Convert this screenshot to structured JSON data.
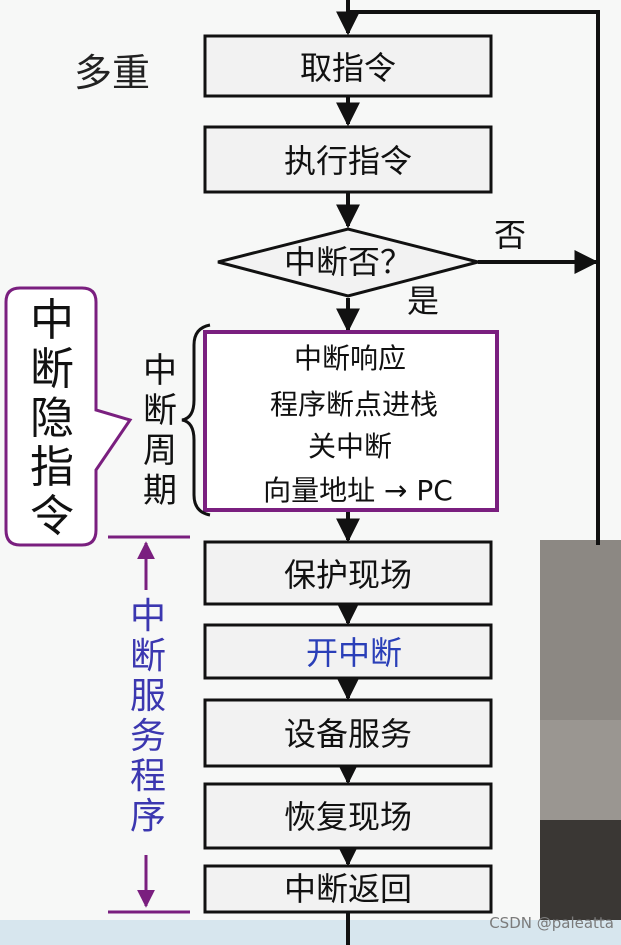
{
  "heading": "多重",
  "boxes": {
    "fetch": "取指令",
    "execute": "执行指令",
    "decision": "中断否？",
    "cycle": [
      "中断响应",
      "程序断点进栈",
      "关中断",
      "向量地址 → PC"
    ],
    "save": "保护现场",
    "enable": "开中断",
    "service": "设备服务",
    "restore": "恢复现场",
    "return": "中断返回"
  },
  "branch": {
    "no": "否",
    "yes": "是"
  },
  "labels": {
    "hidden_instruction": [
      "中",
      "断",
      "隐",
      "指",
      "令"
    ],
    "interrupt_cycle": [
      "中",
      "断",
      "周",
      "期"
    ],
    "service_routine": [
      "中",
      "断",
      "服",
      "务",
      "程",
      "序"
    ]
  },
  "colors": {
    "box_fill": "#f2f2f2",
    "box_border": "#111111",
    "highlight_border": "#7a1f7f",
    "blue_text": "#2a3fb8",
    "blue_label": "#3b37b0"
  },
  "watermark": "CSDN @paleatta"
}
